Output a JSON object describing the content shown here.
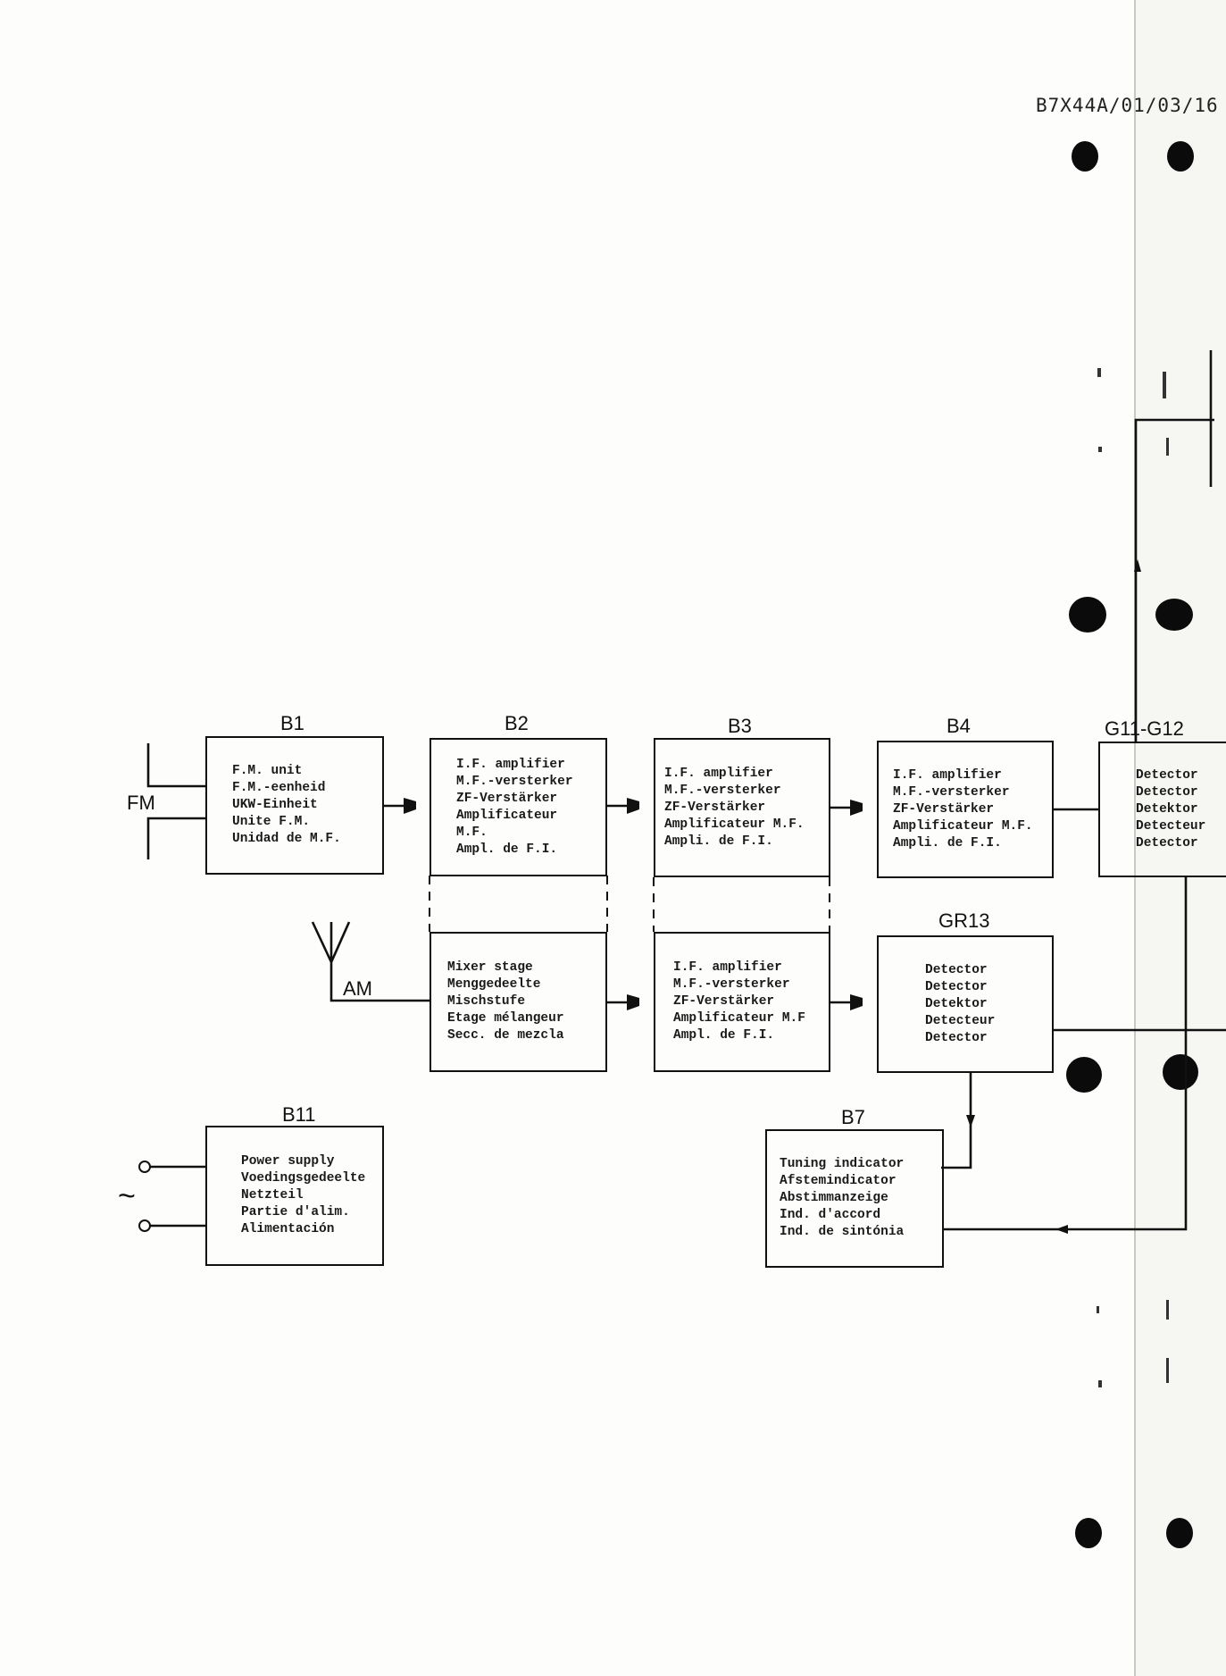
{
  "document": {
    "reference": "B7X44A/01/03/16"
  },
  "diagram": {
    "signal_labels": {
      "fm": "FM",
      "am": "AM"
    },
    "blocks": [
      {
        "id": "B1",
        "label": "B1",
        "lines": [
          "F.M. unit",
          "F.M.-eenheid",
          "UKW-Einheit",
          "Unite F.M.",
          "Unidad de M.F."
        ]
      },
      {
        "id": "B2",
        "label": "B2",
        "lines": [
          "I.F. amplifier",
          "M.F.-versterker",
          "ZF-Verstärker",
          "Amplificateur",
          "M.F.",
          "Ampl. de F.I."
        ]
      },
      {
        "id": "B3",
        "label": "B3",
        "lines": [
          "I.F. amplifier",
          "M.F.-versterker",
          "ZF-Verstärker",
          "Amplificateur M.F.",
          "Ampli. de F.I."
        ]
      },
      {
        "id": "B4",
        "label": "B4",
        "lines": [
          "I.F. amplifier",
          "M.F.-versterker",
          "ZF-Verstärker",
          "Amplificateur M.F.",
          "Ampli. de F.I."
        ]
      },
      {
        "id": "G11-G12",
        "label": "G11-G12",
        "lines": [
          "Detector",
          "Detector",
          "Detektor",
          "Detecteur",
          "Detector"
        ]
      },
      {
        "id": "mixer",
        "label": "",
        "lines": [
          "Mixer stage",
          "Menggedeelte",
          "Mischstufe",
          "Etage mélangeur",
          "Secc. de mezcla"
        ]
      },
      {
        "id": "am-if",
        "label": "",
        "lines": [
          "I.F. amplifier",
          "M.F.-versterker",
          "ZF-Verstärker",
          "Amplificateur M.F",
          "Ampl. de F.I."
        ]
      },
      {
        "id": "GR13",
        "label": "GR13",
        "lines": [
          "Detector",
          "Detector",
          "Detektor",
          "Detecteur",
          "Detector"
        ]
      },
      {
        "id": "B11",
        "label": "B11",
        "lines": [
          "Power supply",
          "Voedingsgedeelte",
          "Netzteil",
          "Partie d'alim.",
          "Alimentación"
        ]
      },
      {
        "id": "B7",
        "label": "B7",
        "lines": [
          "Tuning indicator",
          "Afstemindicator",
          "Abstimmanzeige",
          "Ind. d'accord",
          "Ind. de sintónia"
        ]
      }
    ],
    "power_symbol": "~"
  }
}
